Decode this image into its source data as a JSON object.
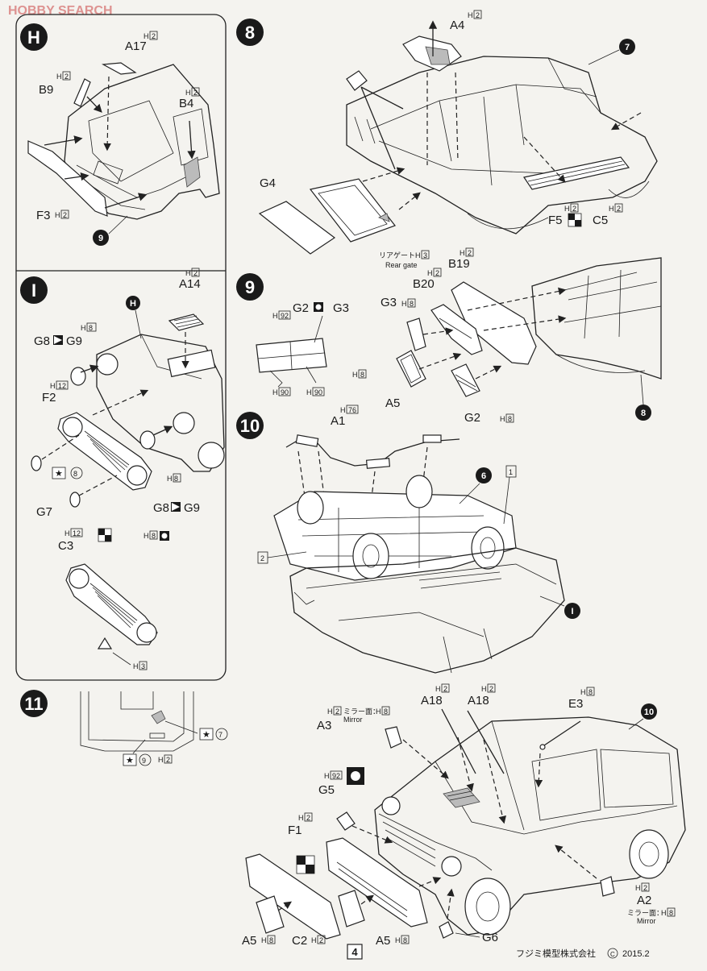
{
  "watermark": "HOBBY SEARCH",
  "steps": {
    "h": "H",
    "i": "I",
    "s8": "8",
    "s9": "9",
    "s10": "10",
    "s11": "11"
  },
  "paint": {
    "h2": "2",
    "h3": "3",
    "h8": "8",
    "h12": "12",
    "h76": "76",
    "h90": "90",
    "h92": "92",
    "hletter": "H"
  },
  "parts": {
    "a17": "A17",
    "b9": "B9",
    "b4": "B4",
    "f3": "F3",
    "ref9": "9",
    "a14": "A14",
    "refH": "H",
    "g8": "G8",
    "g9": "G9",
    "f2": "F2",
    "g7": "G7",
    "c3": "C3",
    "star8": "8",
    "a4": "A4",
    "ref7": "7",
    "g4": "G4",
    "rear_gate_jp": "リアゲート",
    "rear_gate_en": "Rear gate",
    "f5": "F5",
    "c5": "C5",
    "g2": "G2",
    "g3": "G3",
    "b19": "B19",
    "b20": "B20",
    "a5": "A5",
    "ref8": "8",
    "a1": "A1",
    "ref6": "6",
    "box1": "1",
    "box2": "2",
    "refI": "I",
    "star7": "7",
    "star9": "9",
    "mirror_jp": "ミラー面：",
    "mirror_en": "Mirror",
    "a3": "A3",
    "a18a": "A18",
    "a18b": "A18",
    "e3": "E3",
    "ref10": "10",
    "g5": "G5",
    "f1": "F1",
    "a2": "A2",
    "a5b": "A5",
    "a5c": "A5",
    "c2": "C2",
    "g6": "G6"
  },
  "footer": {
    "page_number": "4",
    "company": "フジミ模型株式会社",
    "copyright_symbol": "C",
    "year": "2015.2"
  }
}
